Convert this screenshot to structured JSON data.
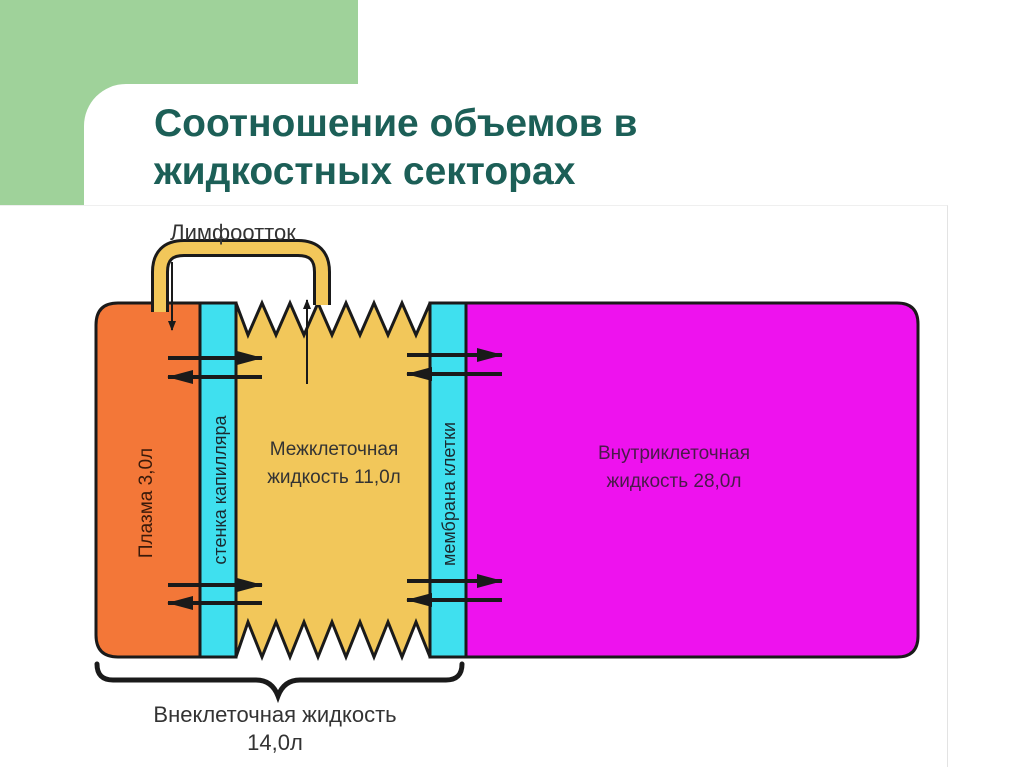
{
  "slide": {
    "title_line1": "Соотношение объемов в",
    "title_line2": "жидкостных секторах"
  },
  "diagram": {
    "lymph_outflow": "Лимфоотток",
    "plasma": "Плазма 3,0л",
    "capillary_wall": "стенка капилляра",
    "interstitial_line1": "Межклеточная",
    "interstitial_line2": "жидкость 11,0л",
    "cell_membrane": "мембрана клетки",
    "intracellular_line1": "Внутриклеточная",
    "intracellular_line2": "жидкость 28,0л",
    "extracellular_line1": "Внеклеточная жидкость",
    "extracellular_line2": "14,0л"
  },
  "colors": {
    "title": "#1c5f57",
    "accent_green": "#9fd29a",
    "plasma": "#f37738",
    "capillary_wall": "#3fe0ef",
    "interstitial": "#f2c75a",
    "membrane": "#3fe0ef",
    "intracellular": "#ee12ee",
    "outline": "#1a1a1a"
  }
}
